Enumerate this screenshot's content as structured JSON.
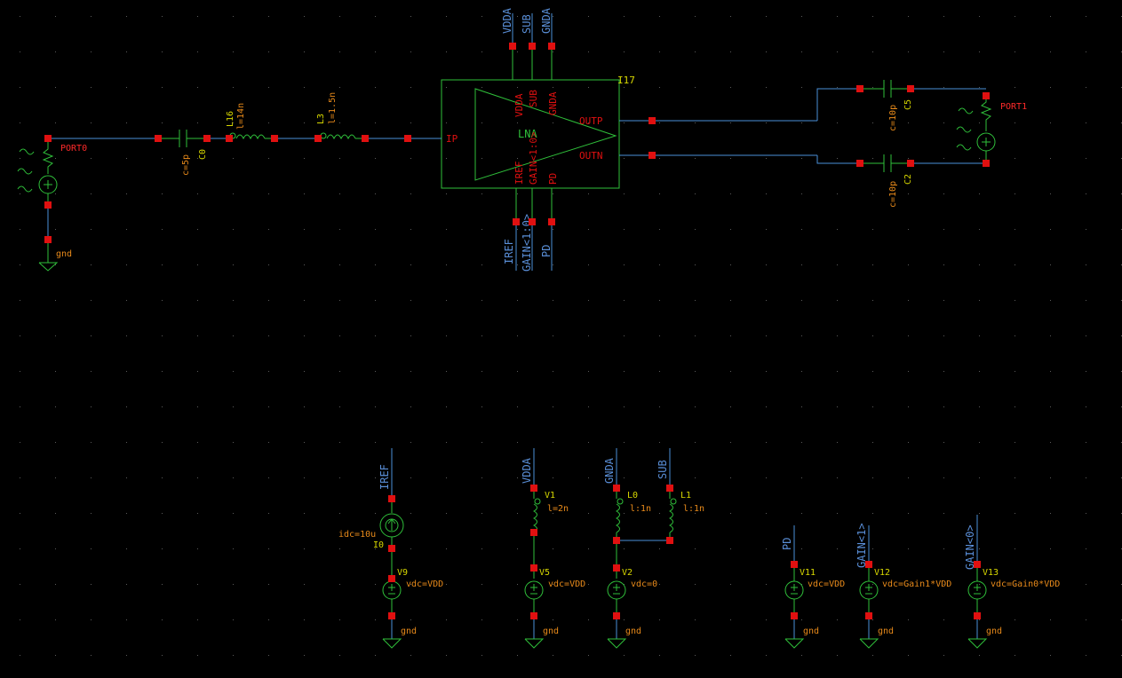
{
  "colors": {
    "background": "#000000",
    "grid": "#5a5a5a",
    "wire": "#4a90d9",
    "symbol": "#2fbf3a",
    "pin": "#e01010",
    "label_red": "#ff2a2a",
    "label_orange": "#e88a1a",
    "label_yellow": "#d8d800",
    "net_label": "#5a8fd8"
  },
  "block": {
    "instance": "I17",
    "cell": "LNA",
    "pins_top": [
      "VDDA",
      "SUB",
      "GNDA"
    ],
    "pins_bottom": [
      "IREF",
      "GAIN<1:0>",
      "PD"
    ],
    "pin_in": "IP",
    "pin_outp": "OUTP",
    "pin_outn": "OUTN",
    "net_top": [
      "VDDA",
      "SUB",
      "GNDA"
    ],
    "net_bottom": [
      "IREF",
      "GAIN<1:0>",
      "PD"
    ]
  },
  "port0": {
    "name": "PORT0",
    "gnd": "gnd"
  },
  "port1": {
    "name": "PORT1"
  },
  "c0": {
    "name": "C0",
    "value": "c=5p"
  },
  "l16": {
    "name": "L16",
    "value": "l=14n"
  },
  "l3": {
    "name": "L3",
    "value": "l=1.5n"
  },
  "c5": {
    "name": "C5",
    "value": "c=10p"
  },
  "c2": {
    "name": "C2",
    "value": "c=10p"
  },
  "bias": {
    "iref_net": "IREF",
    "i0_value": "idc=10u",
    "i0_name": "I0",
    "v9_name": "V9",
    "v9_value": "vdc=VDD",
    "v9_gnd": "gnd",
    "vdda_net": "VDDA",
    "v1_name": "V1",
    "v1_value": "l=2n",
    "v5_name": "V5",
    "v5_value": "vdc=VDD",
    "v5_gnd": "gnd",
    "gnda_net": "GNDA",
    "l0_name": "L0",
    "l0_value": "l:1n",
    "sub_net": "SUB",
    "l1_name": "L1",
    "l1_value": "l:1n",
    "v2_name": "V2",
    "v2_value": "vdc=0",
    "v2_gnd": "gnd",
    "pd_net": "PD",
    "v11_name": "V11",
    "v11_value": "vdc=VDD",
    "v11_gnd": "gnd",
    "gain1_net": "GAIN<1>",
    "v12_name": "V12",
    "v12_value": "vdc=Gain1*VDD",
    "v12_gnd": "gnd",
    "gain0_net": "GAIN<0>",
    "v13_name": "V13",
    "v13_value": "vdc=Gain0*VDD",
    "v13_gnd": "gnd"
  }
}
